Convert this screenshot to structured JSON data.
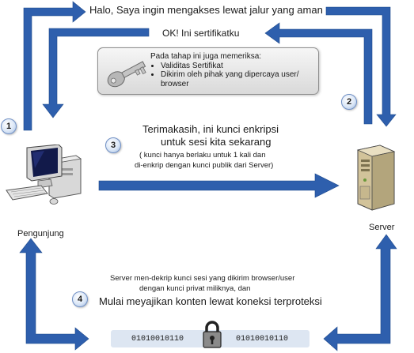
{
  "colors": {
    "arrow": "#2e5fad",
    "arrow_dark": "#1f4a8c",
    "info_bg": "#e6e6e6",
    "data_bar": "#dde6f2"
  },
  "messages": {
    "top": "Halo, Saya ingin mengakses lewat jalur yang aman",
    "certificate": "OK! Ini sertifikatku",
    "thanks_line1": "Terimakasih, ini kunci enkripsi",
    "thanks_line2": "untuk sesi kita sekarang",
    "note_line1": "( kunci hanya berlaku untuk 1 kali dan",
    "note_line2": "di-enkrip  dengan kunci publik dari Server)",
    "decrypt_line1": "Server men-dekrip kunci sesi yang dikirim browser/user",
    "decrypt_line2": "dengan kunci privat miliknya, dan",
    "secure": "Mulai meyajikan konten lewat koneksi terproteksi"
  },
  "info": {
    "heading": "Pada tahap ini juga memeriksa:",
    "items": [
      "Validitas Sertifikat",
      "Dikirim oleh pihak yang dipercaya user/ browser"
    ],
    "icon": "key-icon"
  },
  "steps": [
    "1",
    "2",
    "3",
    "4"
  ],
  "labels": {
    "client": "Pengunjung",
    "server": "Server"
  },
  "data_stream": {
    "left_bits": "01010010110",
    "right_bits": "01010010110",
    "icon": "padlock-icon"
  },
  "icons": {
    "client": "desktop-computer-icon",
    "server": "server-tower-icon"
  }
}
